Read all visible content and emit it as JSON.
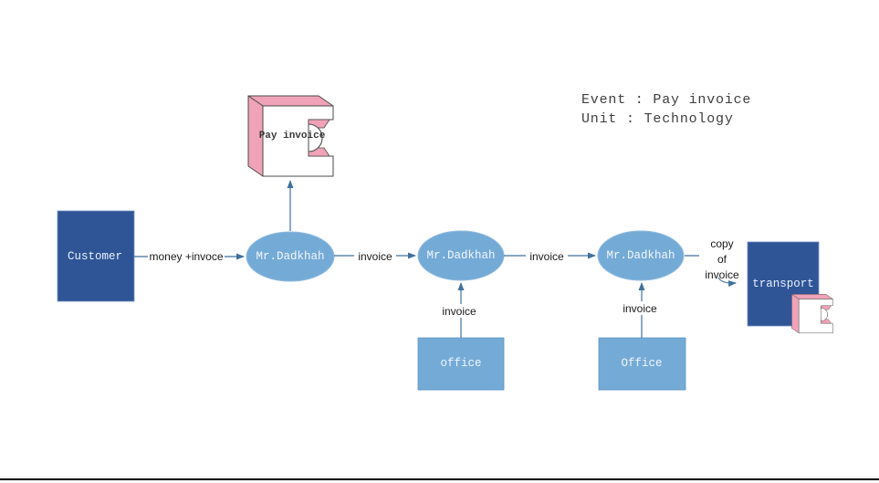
{
  "meta": {
    "event_label": "Event : Pay invoice",
    "unit_label": "Unit : Technology"
  },
  "nodes": {
    "customer": "Customer",
    "actor1": "Mr.Dadkhah",
    "actor2": "Mr.Dadkhah",
    "actor3": "Mr.Dadkhah",
    "office1": "office",
    "office2": "Office",
    "transport": "transport",
    "pay_invoice_symbol": "Pay invoice"
  },
  "edges": {
    "money_invoice": "money +invoce",
    "invoice_1": "invoice",
    "invoice_2": "invoice",
    "invoice_office1": "invoice",
    "invoice_office2": "invoice",
    "copy_of_invoice": [
      "copy",
      "of",
      "invoice"
    ]
  },
  "colors": {
    "dark_blue": "#2f5597",
    "light_blue": "#74aad6",
    "pink": "#f0a3b8",
    "connector": "#41719c",
    "bottom_rule": "#000000"
  }
}
